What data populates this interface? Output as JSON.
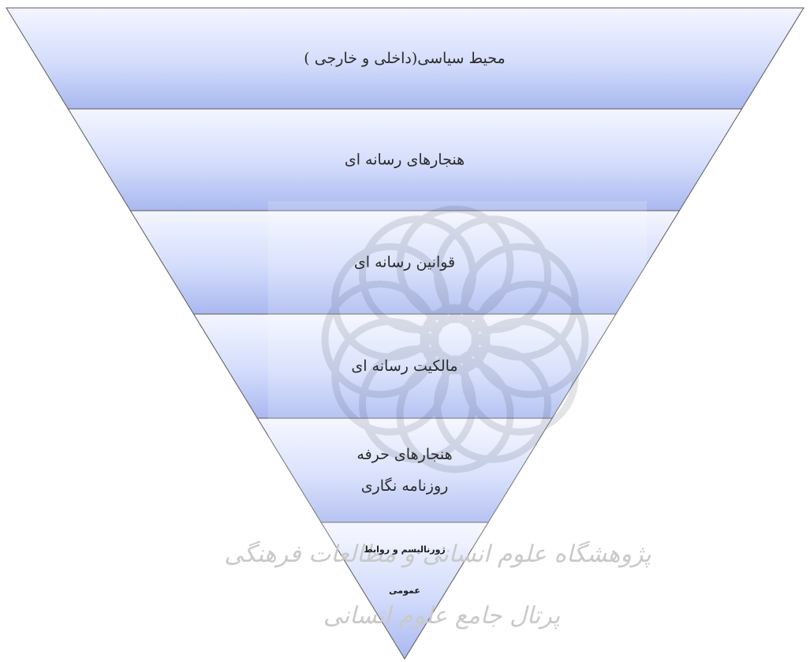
{
  "diagram": {
    "title": "",
    "layers": [
      {
        "lines": [
          "محیط سیاسی(داخلی و خارجی )"
        ]
      },
      {
        "lines": [
          "هنجارهای رسانه ای"
        ]
      },
      {
        "lines": [
          "قوانین رسانه ای"
        ]
      },
      {
        "lines": [
          "مالکیت رسانه ای"
        ]
      },
      {
        "lines": [
          "هنجارهای حرفه",
          "روزنامه نگاری"
        ]
      },
      {
        "lines": [
          "ژورنالیسم و روابط",
          "عمومی"
        ]
      }
    ]
  },
  "watermark": {
    "line1": "پژوهشگاه علوم انسانی و مطالعات فرهنگی",
    "line2": "پرتال جامع علوم انسانی"
  },
  "colors": {
    "layer_top": "#f4f6ff",
    "layer_bottom": "#aab8f0",
    "stroke": "#5a5a5a",
    "watermark": "#9aa0aa"
  }
}
